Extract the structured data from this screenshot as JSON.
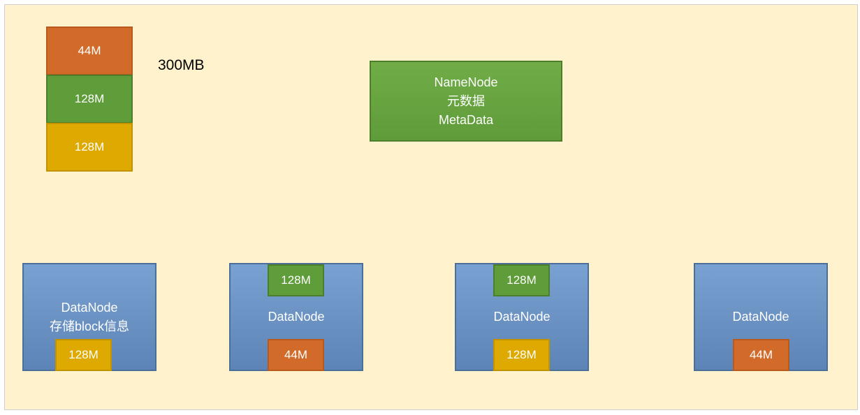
{
  "file": {
    "size_label": "300MB",
    "blocks": [
      "44M",
      "128M",
      "128M"
    ]
  },
  "namenode": {
    "line1": "NameNode",
    "line2": "元数据",
    "line3": "MetaData"
  },
  "datanodes": [
    {
      "label": "DataNode",
      "sublabel": "存储block信息",
      "blocks": [
        "128M"
      ]
    },
    {
      "label": "DataNode",
      "blocks": [
        "128M",
        "44M"
      ]
    },
    {
      "label": "DataNode",
      "blocks": [
        "128M",
        "128M"
      ]
    },
    {
      "label": "DataNode",
      "blocks": [
        "44M"
      ]
    }
  ],
  "colors": {
    "background": "#fff2cc",
    "block_44m": "#d26b2a",
    "block_128m_green": "#5f9c3a",
    "block_128m_yellow": "#dea900",
    "datanode": "#6b93c5",
    "namenode": "#6aa743"
  }
}
